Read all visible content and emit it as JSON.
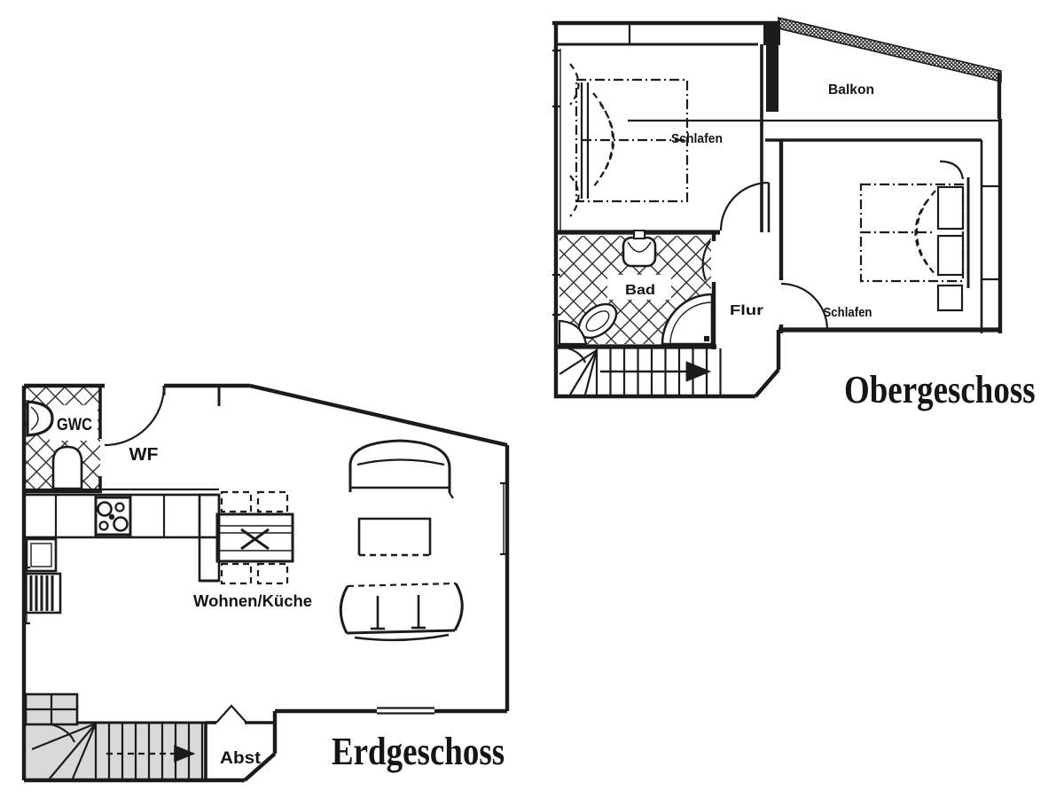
{
  "diagram": {
    "kind": "two-storey apartment floor plan scan",
    "colors": {
      "ink": "#1b1b1b",
      "paper": "#ffffff",
      "stair_fill": "#d9d9d9"
    },
    "floors": {
      "obergeschoss": {
        "title": "Obergeschoss",
        "rooms": {
          "schlafen_left": "Schlafen",
          "schlafen_right": "Schlafen",
          "balkon": "Balkon",
          "bad": "Bad",
          "flur": "Flur"
        }
      },
      "erdgeschoss": {
        "title": "Erdgeschoss",
        "rooms": {
          "gwc": "GWC",
          "wf": "WF",
          "wohnen_kueche": "Wohnen/Küche",
          "abst": "Abst"
        }
      }
    }
  }
}
